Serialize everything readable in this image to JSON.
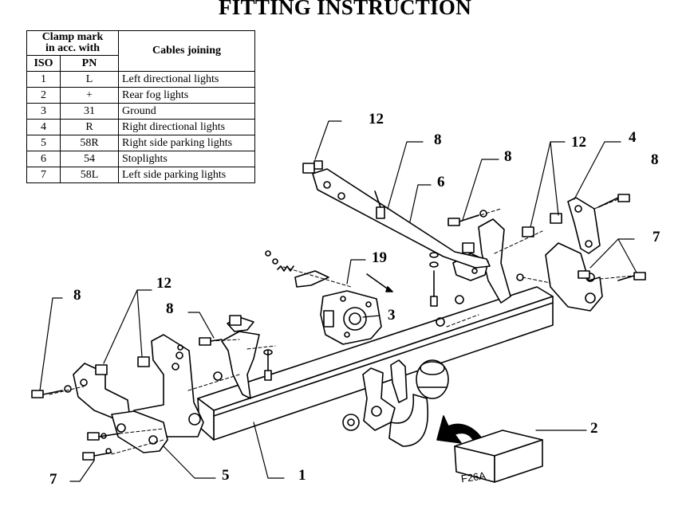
{
  "title": "FITTING INSTRUCTION",
  "table": {
    "header_group": "Clamp mark in acc. with",
    "header_group_line1": "Clamp mark",
    "header_group_line2": "in acc. with",
    "header_iso": "ISO",
    "header_pn": "PN",
    "header_cables": "Cables joining",
    "rows": [
      {
        "iso": "1",
        "pn": "L",
        "desc": "Left directional lights"
      },
      {
        "iso": "2",
        "pn": "+",
        "desc": "Rear fog lights"
      },
      {
        "iso": "3",
        "pn": "31",
        "desc": "Ground"
      },
      {
        "iso": "4",
        "pn": "R",
        "desc": "Right directional lights"
      },
      {
        "iso": "5",
        "pn": "58R",
        "desc": "Right side parking lights"
      },
      {
        "iso": "6",
        "pn": "54",
        "desc": "Stoplights"
      },
      {
        "iso": "7",
        "pn": "58L",
        "desc": "Left side parking lights"
      }
    ]
  },
  "callouts": {
    "c12_top": "12",
    "c8_top": "8",
    "c8_mid": "8",
    "c6": "6",
    "c12_right": "12",
    "c4": "4",
    "c8_right": "8",
    "c7_right": "7",
    "c19": "19",
    "c3": "3",
    "c8_left": "8",
    "c12_left": "12",
    "c8_left2": "8",
    "c2": "2",
    "c5": "5",
    "c1": "1",
    "c7_left": "7"
  },
  "box_label": "F26A"
}
